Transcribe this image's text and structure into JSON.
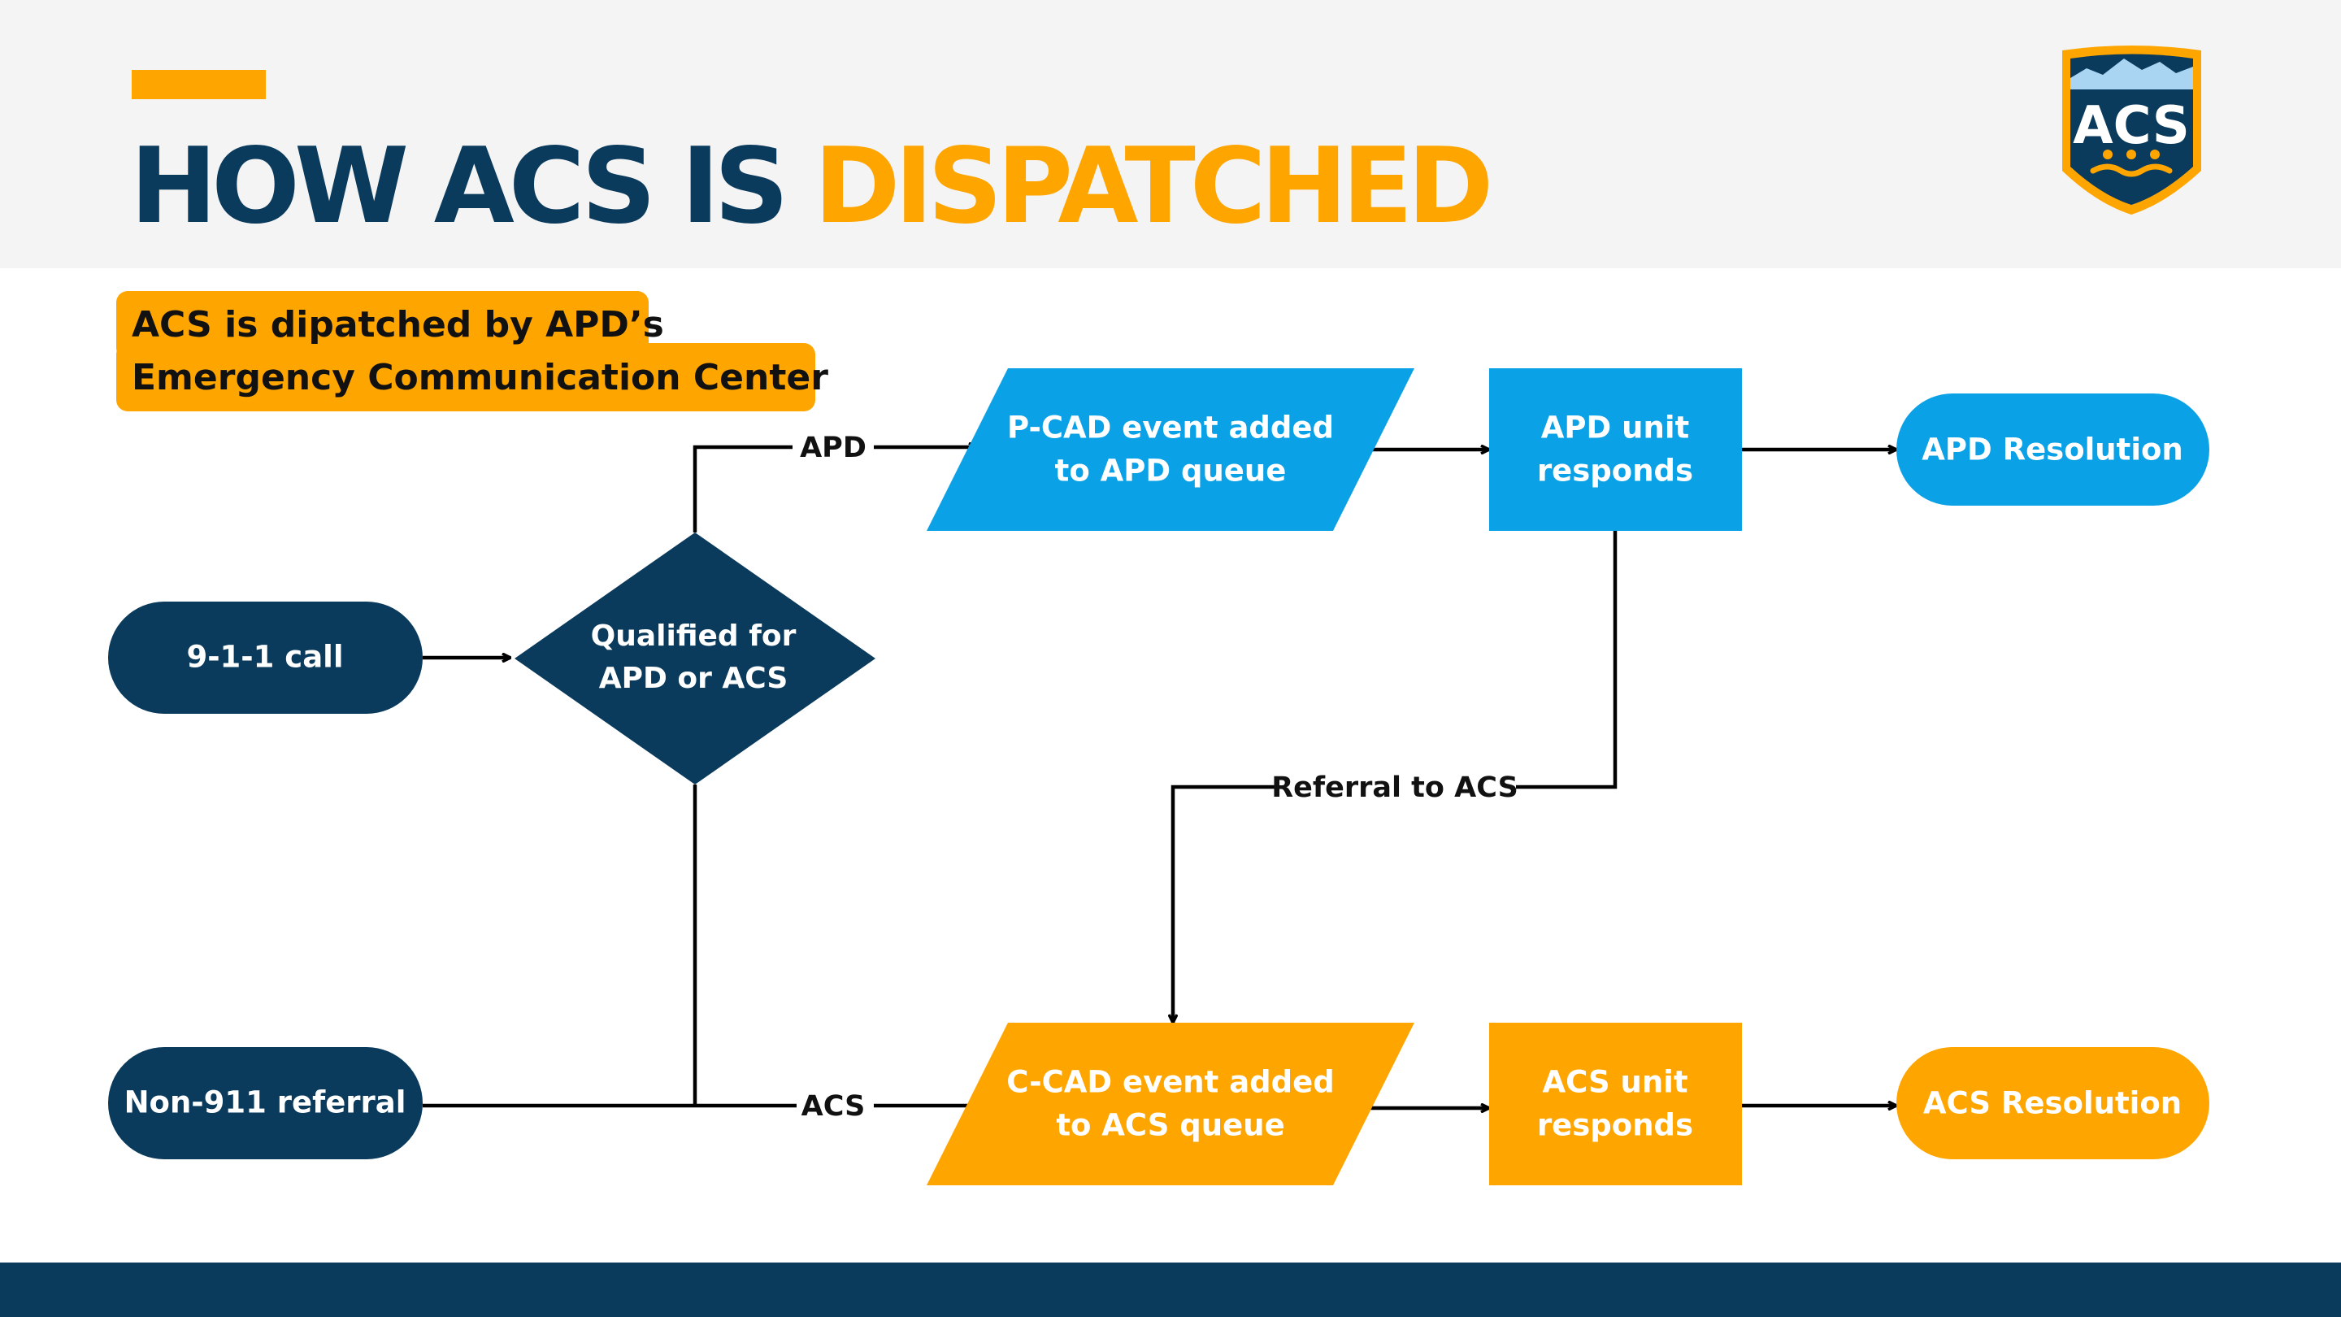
{
  "title": {
    "part1": "HOW ACS IS ",
    "part2": "DISPATCHED"
  },
  "logo": {
    "text": "ACS"
  },
  "note": {
    "line1": "ACS is dipatched by APD’s",
    "line2": "Emergency Communication Center"
  },
  "nodes": {
    "call_911": "9-1-1 call",
    "non_911": "Non-911 referral",
    "decision": {
      "line1": "Qualified for",
      "line2": "APD or ACS"
    },
    "pcad": {
      "line1": "P-CAD event added",
      "line2": "to APD queue"
    },
    "apd_unit": {
      "line1": "APD unit",
      "line2": "responds"
    },
    "apd_resolution": "APD Resolution",
    "ccad": {
      "line1": "C-CAD event added",
      "line2": "to ACS queue"
    },
    "acs_unit": {
      "line1": "ACS unit",
      "line2": "responds"
    },
    "acs_resolution": "ACS Resolution"
  },
  "edge_labels": {
    "apd": "APD",
    "acs": "ACS",
    "referral": "Referral to ACS"
  },
  "colors": {
    "navy": "#0a3a5c",
    "orange": "#ffa500",
    "blue": "#0aa1e6",
    "header_bg": "#f4f4f4"
  }
}
